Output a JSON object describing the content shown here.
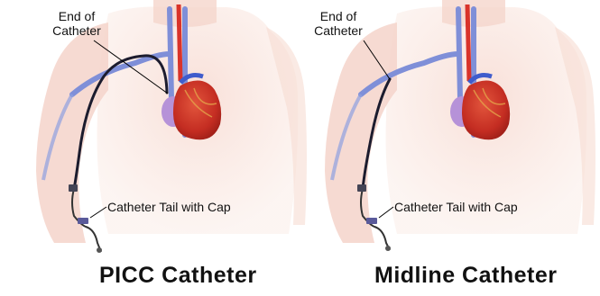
{
  "panels": [
    {
      "title": "PICC Catheter",
      "end_label_line1": "End of",
      "end_label_line2": "Catheter",
      "tail_label": "Catheter Tail with Cap"
    },
    {
      "title": "Midline Catheter",
      "end_label_line1": "End of",
      "end_label_line2": "Catheter",
      "tail_label": "Catheter Tail with Cap"
    }
  ],
  "colors": {
    "skin": "#f6dcd2",
    "heart": "#d9332a",
    "vein": "#7f8fd8",
    "catheter": "#1c1c2e"
  }
}
